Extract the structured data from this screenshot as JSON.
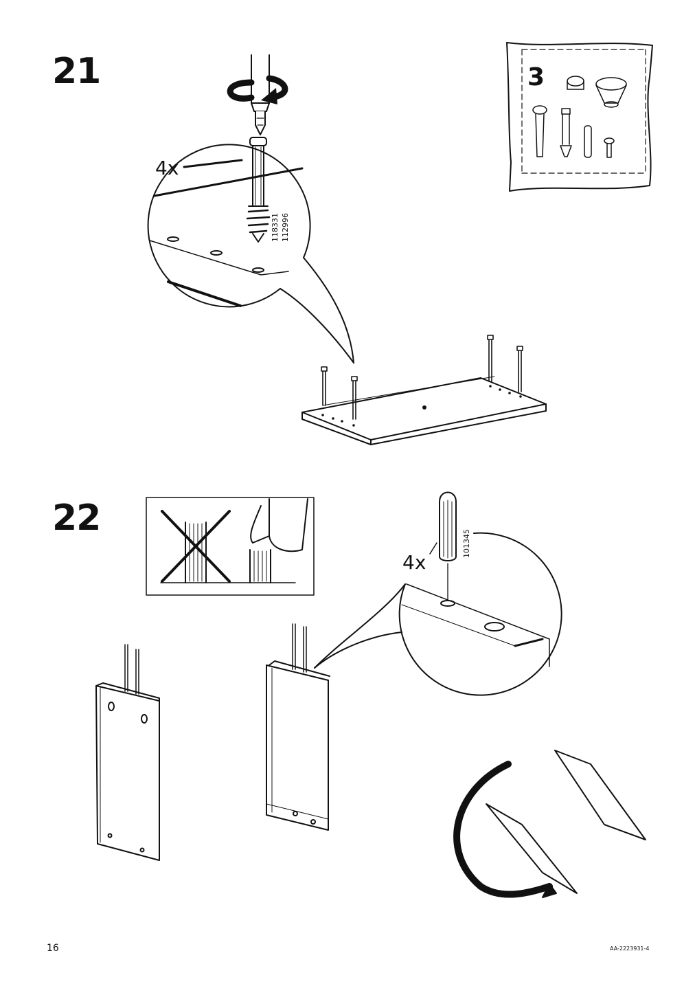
{
  "steps": [
    {
      "number": "21",
      "quantity": "4x",
      "part_numbers": [
        "118331",
        "112996"
      ]
    },
    {
      "number": "22",
      "quantity": "4x",
      "part_numbers": [
        "101345"
      ]
    }
  ],
  "parts_bag": {
    "number": "3"
  },
  "footer": {
    "page_number": "16",
    "document_id": "AA-2223931-4"
  }
}
